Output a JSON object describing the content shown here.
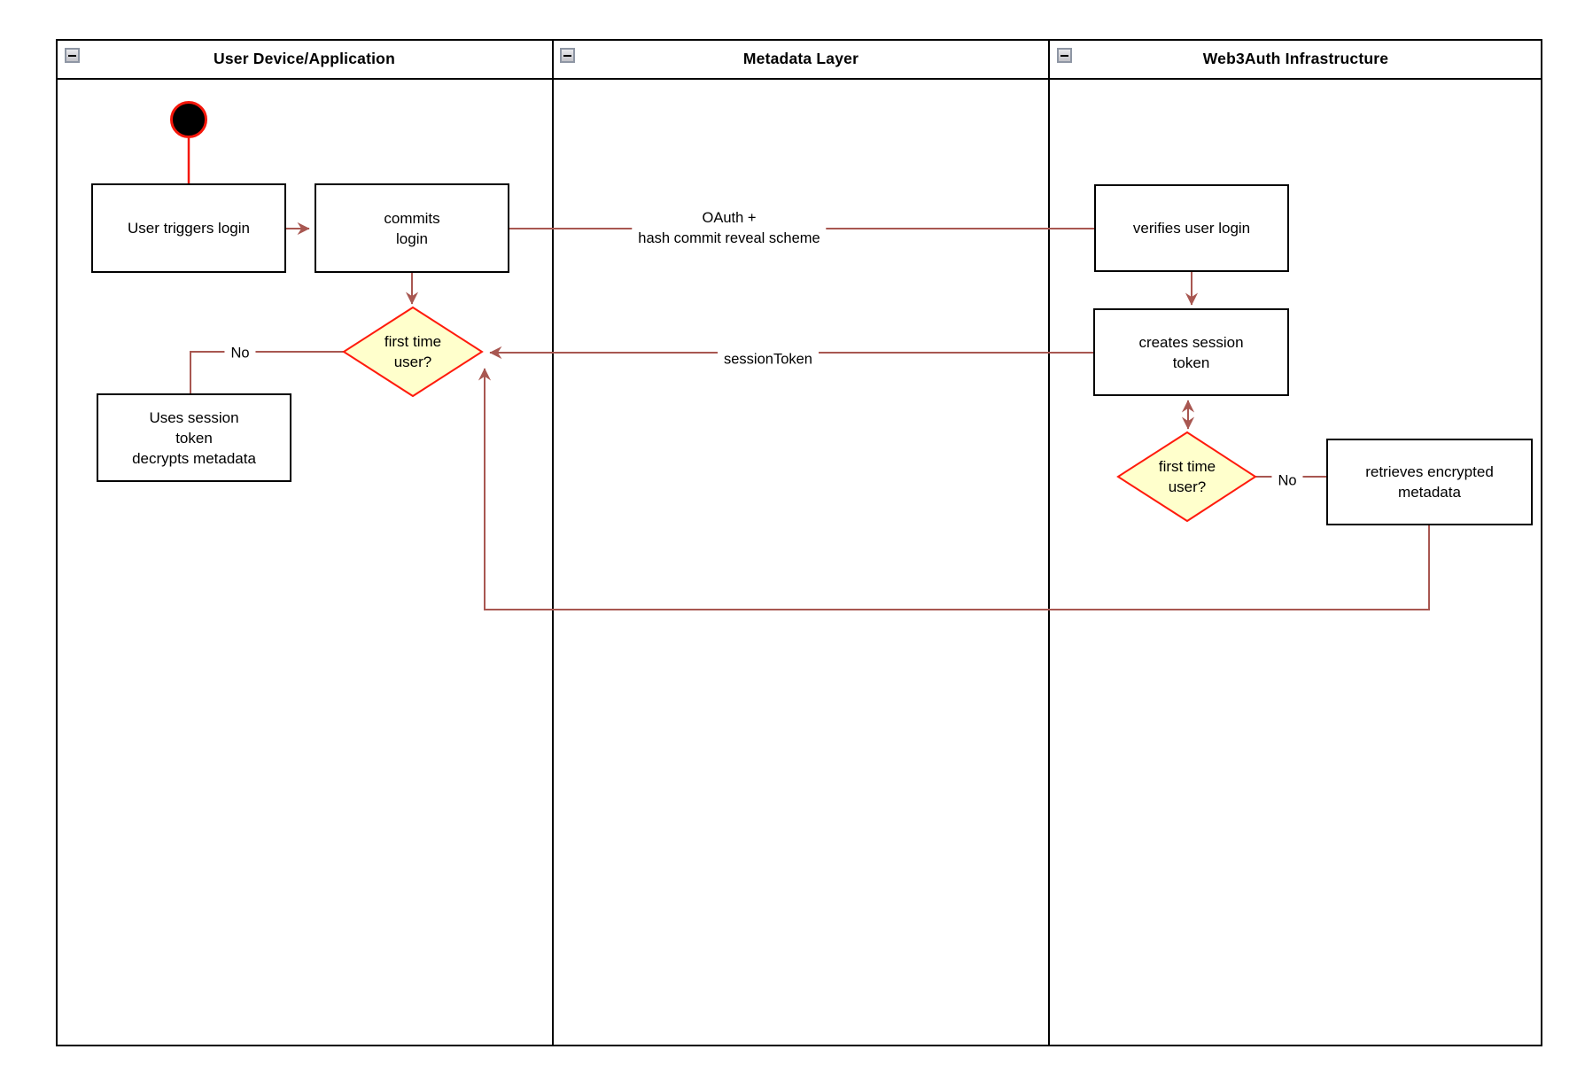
{
  "diagram_type": "uml-activity-swimlane",
  "colors": {
    "lane_border": "#000000",
    "node_border": "#000000",
    "node_fill": "#ffffff",
    "connector": "#A85751",
    "accent_red": "#F5170B",
    "decision_fill": "#FFFFCC",
    "decision_border": "#FF1B0D",
    "start_node_fill": "#000000"
  },
  "lanes": [
    {
      "title": "User Device/Application",
      "collapse_icon": "minus"
    },
    {
      "title": "Metadata Layer",
      "collapse_icon": "minus"
    },
    {
      "title": "Web3Auth Infrastructure",
      "collapse_icon": "minus"
    }
  ],
  "nodes": {
    "start": {
      "type": "initial-node"
    },
    "user_triggers_login": {
      "label": "User triggers login"
    },
    "commits_login": {
      "label": "commits\nlogin"
    },
    "first_time_user_app": {
      "label": "first time\nuser?"
    },
    "uses_session_token": {
      "label": "Uses session\ntoken\ndecrypts metadata"
    },
    "verifies_user_login": {
      "label": "verifies user login"
    },
    "creates_session_token": {
      "label": "creates session\ntoken"
    },
    "first_time_user_infra": {
      "label": "first time\nuser?"
    },
    "retrieves_encrypted_metadata": {
      "label": "retrieves encrypted\nmetadata"
    }
  },
  "edge_labels": {
    "oauth": "OAuth +\nhash commit reveal scheme",
    "session_token": "sessionToken",
    "no_app": "No",
    "no_infra": "No"
  }
}
